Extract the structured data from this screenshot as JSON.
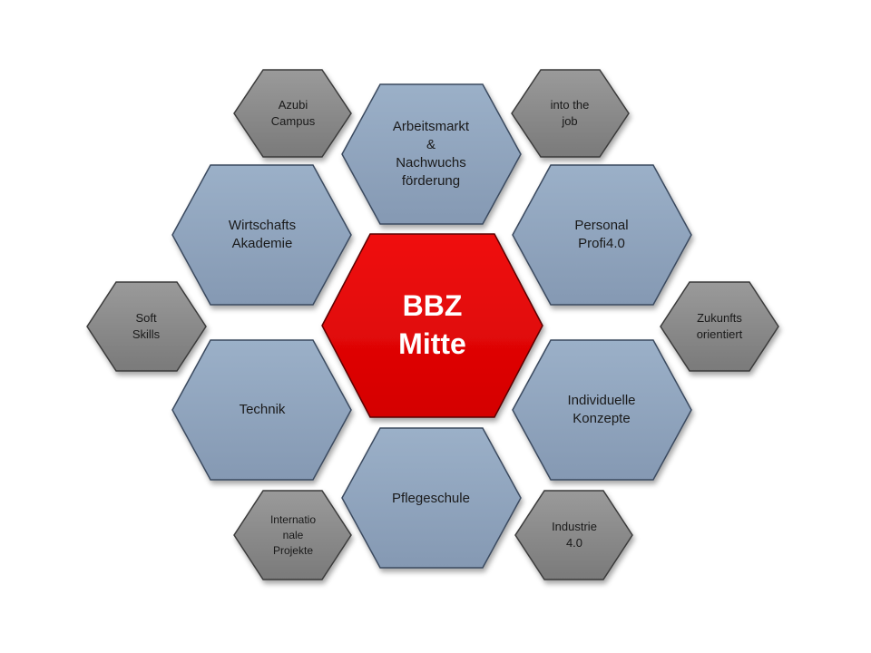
{
  "center": {
    "label": "BBZ\nMitte",
    "color": "#e00000"
  },
  "inner_hexagons": {
    "color": "#8fa3bc",
    "items": [
      {
        "id": "arbeitsmarkt",
        "label": "Arbeitsmarkt\n&\nNachwuchs\nförderung"
      },
      {
        "id": "personal",
        "label": "Personal\nProfi4.0"
      },
      {
        "id": "individuelle",
        "label": "Individuelle\nKonzepte"
      },
      {
        "id": "pflegeschule",
        "label": "Pflegeschule"
      },
      {
        "id": "technik",
        "label": "Technik"
      },
      {
        "id": "wirtschafts",
        "label": "Wirtschafts\nAkademie"
      }
    ]
  },
  "outer_hexagons": {
    "color": "#8a8a8a",
    "items": [
      {
        "id": "azubi",
        "label": "Azubi\nCampus"
      },
      {
        "id": "into-the-job",
        "label": "into the\njob"
      },
      {
        "id": "zukunfts",
        "label": "Zukunfts\norientiert"
      },
      {
        "id": "industrie",
        "label": "Industrie\n4.0"
      },
      {
        "id": "internationale",
        "label": "Internatio\nnale\nProjekte"
      },
      {
        "id": "soft-skills",
        "label": "Soft\nSkills"
      }
    ]
  }
}
